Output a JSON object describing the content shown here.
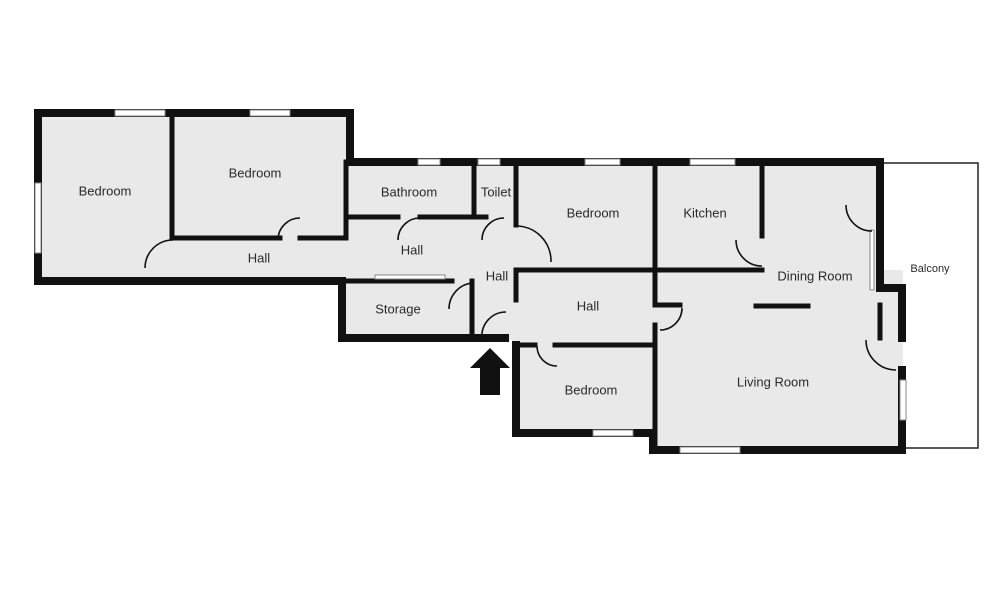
{
  "rooms": {
    "bedroom_left": "Bedroom",
    "bedroom_top": "Bedroom",
    "bathroom": "Bathroom",
    "toilet": "Toilet",
    "bedroom_middle": "Bedroom",
    "kitchen": "Kitchen",
    "hall_left": "Hall",
    "hall_middle": "Hall",
    "hall_center": "Hall",
    "hall_right": "Hall",
    "storage": "Storage",
    "dining_room": "Dining Room",
    "living_room": "Living Room",
    "bedroom_bottom": "Bedroom",
    "balcony": "Balcony"
  },
  "icons": {
    "entrance": "entrance-arrow-icon"
  },
  "colors": {
    "floor": "#e9e9e9",
    "wall": "#111111",
    "background": "#ffffff"
  }
}
